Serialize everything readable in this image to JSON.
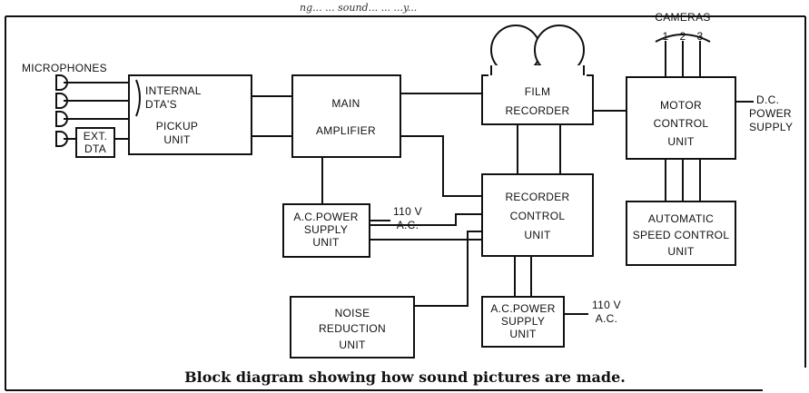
{
  "header_fragment": "ng... ... sound... ... ...y...",
  "caption": "Block diagram showing how sound pictures are made.",
  "labels": {
    "microphones": "MICROPHONES",
    "internal_dtas": [
      "INTERNAL",
      "DTA'S"
    ],
    "pickup_unit": [
      "PICKUP",
      "UNIT"
    ],
    "ext_dta": [
      "EXT.",
      "DTA"
    ],
    "main_amplifier": [
      "MAIN",
      "AMPLIFIER"
    ],
    "ac_power_supply_1": [
      "A.C.POWER",
      "SUPPLY",
      "UNIT"
    ],
    "ac_input_1": [
      "110 V",
      "A.C."
    ],
    "noise_reduction": [
      "NOISE",
      "REDUCTION",
      "UNIT"
    ],
    "film_recorder": [
      "FILM",
      "RECORDER"
    ],
    "recorder_control": [
      "RECORDER",
      "CONTROL",
      "UNIT"
    ],
    "ac_power_supply_2": [
      "A.C.POWER",
      "SUPPLY",
      "UNIT"
    ],
    "ac_input_2": [
      "110 V",
      "A.C."
    ],
    "cameras": "CAMERAS",
    "camera_numbers": [
      "1",
      "2",
      "3"
    ],
    "motor_control": [
      "MOTOR",
      "CONTROL",
      "UNIT"
    ],
    "dc_power_supply": [
      "D.C.",
      "POWER",
      "SUPPLY"
    ],
    "speed_control": [
      "AUTOMATIC",
      "SPEED CONTROL",
      "UNIT"
    ]
  }
}
